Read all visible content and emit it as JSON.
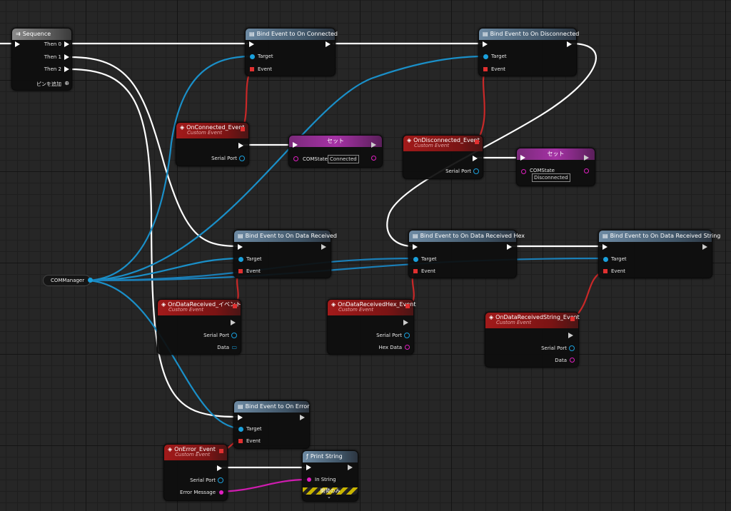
{
  "sequence": {
    "title": "Sequence",
    "pins": [
      "Then 0",
      "Then 1",
      "Then 2"
    ],
    "add_pin": "ピンを追加"
  },
  "com_manager": {
    "label": "COMManager"
  },
  "bind_connected": {
    "title": "Bind Event to On Connected",
    "target": "Target",
    "event": "Event"
  },
  "bind_disconnected": {
    "title": "Bind Event to On Disconnected",
    "target": "Target",
    "event": "Event"
  },
  "bind_received": {
    "title": "Bind Event to On Data Received",
    "target": "Target",
    "event": "Event"
  },
  "bind_received_hex": {
    "title": "Bind Event to On Data Received Hex",
    "target": "Target",
    "event": "Event"
  },
  "bind_received_string": {
    "title": "Bind Event to On Data Received String",
    "target": "Target",
    "event": "Event"
  },
  "bind_error": {
    "title": "Bind Event to On Error",
    "target": "Target",
    "event": "Event"
  },
  "ev_connected": {
    "title": "OnConnected_Event",
    "subtitle": "Custom Event",
    "serial_port": "Serial Port"
  },
  "ev_disconnected": {
    "title": "OnDisconnected_Event",
    "subtitle": "Custom Event",
    "serial_port": "Serial Port"
  },
  "ev_received": {
    "title": "OnDataReceived_イベント",
    "subtitle": "Custom Event",
    "serial_port": "Serial Port",
    "data": "Data"
  },
  "ev_received_hex": {
    "title": "OnDataReceivedHex_Event",
    "subtitle": "Custom Event",
    "serial_port": "Serial Port",
    "hex_data": "Hex Data"
  },
  "ev_received_string": {
    "title": "OnDataReceivedString_Event",
    "subtitle": "Custom Event",
    "serial_port": "Serial Port",
    "data": "Data"
  },
  "ev_error": {
    "title": "OnError_Event",
    "subtitle": "Custom Event",
    "serial_port": "Serial Port",
    "error_message": "Error Message"
  },
  "set_connected": {
    "title": "セット",
    "var": "COMState",
    "value": "Connected"
  },
  "set_disconnected": {
    "title": "セット",
    "var": "COMState",
    "value": "Disconnected"
  },
  "print_string": {
    "title": "Print String",
    "in_string": "In String",
    "dev_only": "開発のみ"
  },
  "colors": {
    "exec": "#ffffff",
    "object": "#1aa0dc",
    "delegate": "#e03030",
    "string": "#e020c0",
    "func_header": "#3f5466",
    "event_header": "#7b1414",
    "set_header": "#a532a5"
  }
}
